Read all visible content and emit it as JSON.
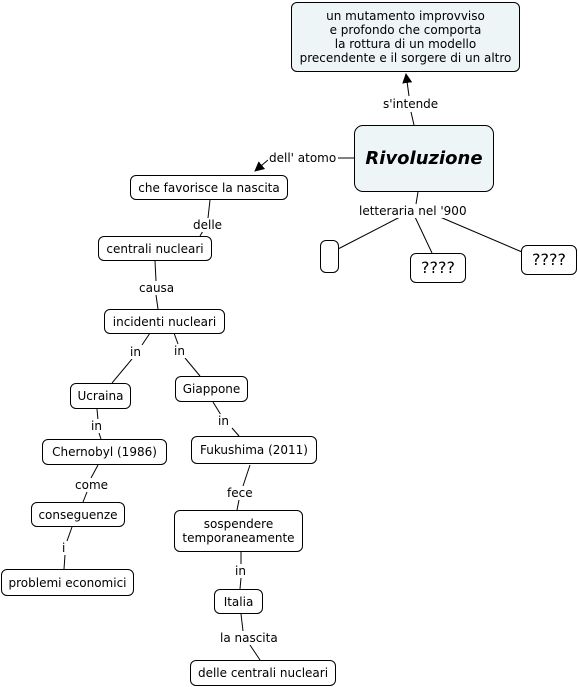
{
  "concept_map": {
    "root": "Rivoluzione",
    "definition": "un mutamento improvviso\ne profondo che comporta\nla rottura di un modello\nprecendente e il sorgere di un altro",
    "links": {
      "intende": "s'intende",
      "atomo": "dell' atomo",
      "letteraria": "letteraria nel '900",
      "delle": "delle",
      "causa": "causa",
      "in_ucraina": "in",
      "in_giappone": "in",
      "in_chernobyl": "in",
      "in_fukushima": "in",
      "come": "come",
      "i": "i",
      "fece": "fece",
      "in_italia": "in",
      "la_nascita": "la nascita"
    },
    "nodes": {
      "favorisce": "che favorisce la nascita",
      "centrali": "centrali nucleari",
      "incidenti": "incidenti nucleari",
      "ucraina": "Ucraina",
      "giappone": "Giappone",
      "chernobyl": "Chernobyl (1986)",
      "fukushima": "Fukushima (2011)",
      "conseguenze": "conseguenze",
      "problemi": "problemi economici",
      "sospendere": "sospendere\ntemporaneamente",
      "italia": "Italia",
      "delle_centrali": "delle centrali nucleari",
      "empty": "",
      "q1": "????",
      "q2": "????"
    }
  }
}
